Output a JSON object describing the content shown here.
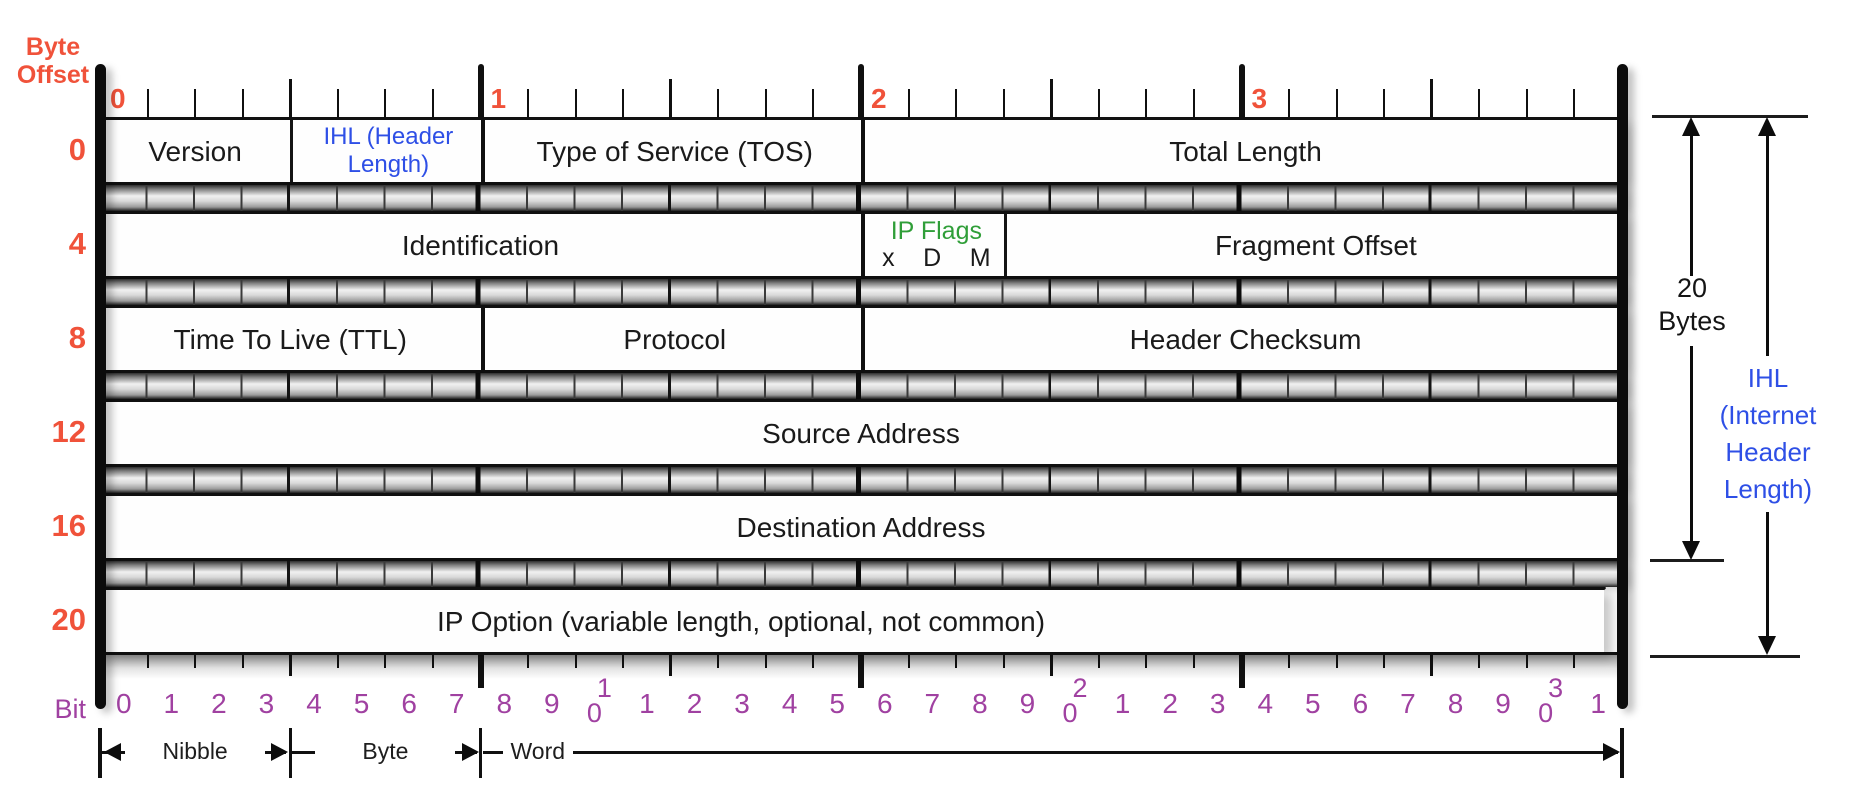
{
  "byte_offset": {
    "line1": "Byte",
    "line2": "Offset"
  },
  "top_byte_numbers": [
    "0",
    "1",
    "2",
    "3"
  ],
  "rows": [
    {
      "offset": "0",
      "fields": [
        {
          "label": "Version",
          "bits": [
            0,
            4
          ]
        },
        {
          "label": "IHL (Header Length)",
          "lines": [
            "IHL (Header",
            "Length)"
          ],
          "bits": [
            4,
            8
          ],
          "color": "blue"
        },
        {
          "label": "Type of Service (TOS)",
          "bits": [
            8,
            16
          ]
        },
        {
          "label": "Total Length",
          "bits": [
            16,
            32
          ]
        }
      ]
    },
    {
      "offset": "4",
      "fields": [
        {
          "label": "Identification",
          "bits": [
            0,
            16
          ]
        },
        {
          "label": "IP Flags",
          "flags": [
            "x",
            "D",
            "M"
          ],
          "bits": [
            16,
            19
          ],
          "color": "green"
        },
        {
          "label": "Fragment Offset",
          "bits": [
            19,
            32
          ]
        }
      ]
    },
    {
      "offset": "8",
      "fields": [
        {
          "label": "Time To Live (TTL)",
          "bits": [
            0,
            8
          ]
        },
        {
          "label": "Protocol",
          "bits": [
            8,
            16
          ]
        },
        {
          "label": "Header Checksum",
          "bits": [
            16,
            32
          ]
        }
      ]
    },
    {
      "offset": "12",
      "fields": [
        {
          "label": "Source Address",
          "bits": [
            0,
            32
          ]
        }
      ]
    },
    {
      "offset": "16",
      "fields": [
        {
          "label": "Destination Address",
          "bits": [
            0,
            32
          ]
        }
      ]
    },
    {
      "offset": "20",
      "fields": [
        {
          "label": "IP Option (variable length, optional, not common)",
          "bits": [
            0,
            32
          ],
          "torn": true
        }
      ]
    }
  ],
  "bit_axis": {
    "label": "Bit",
    "numbers": [
      "0",
      "1",
      "2",
      "3",
      "4",
      "5",
      "6",
      "7",
      "8",
      "9",
      "10",
      "1",
      "2",
      "3",
      "4",
      "5",
      "6",
      "7",
      "8",
      "9",
      "20",
      "1",
      "2",
      "3",
      "4",
      "5",
      "6",
      "7",
      "8",
      "9",
      "30",
      "1"
    ]
  },
  "spans": [
    {
      "label": "Nibble",
      "bits": [
        0,
        4
      ],
      "heads": "both"
    },
    {
      "label": "Byte",
      "bits": [
        4,
        8
      ],
      "heads": "right"
    },
    {
      "label": "Word",
      "bits": [
        8,
        32
      ],
      "heads": "right"
    }
  ],
  "right_annotations": {
    "byte_count": {
      "value": "20",
      "unit": "Bytes"
    },
    "ihl": {
      "lines": [
        "IHL",
        "(Internet",
        "Header",
        "Length)"
      ]
    }
  },
  "colors": {
    "orange": "#f0523a",
    "blue": "#2e4fe6",
    "green": "#2f9e38",
    "purple": "#a041a1",
    "ink": "#101010"
  }
}
